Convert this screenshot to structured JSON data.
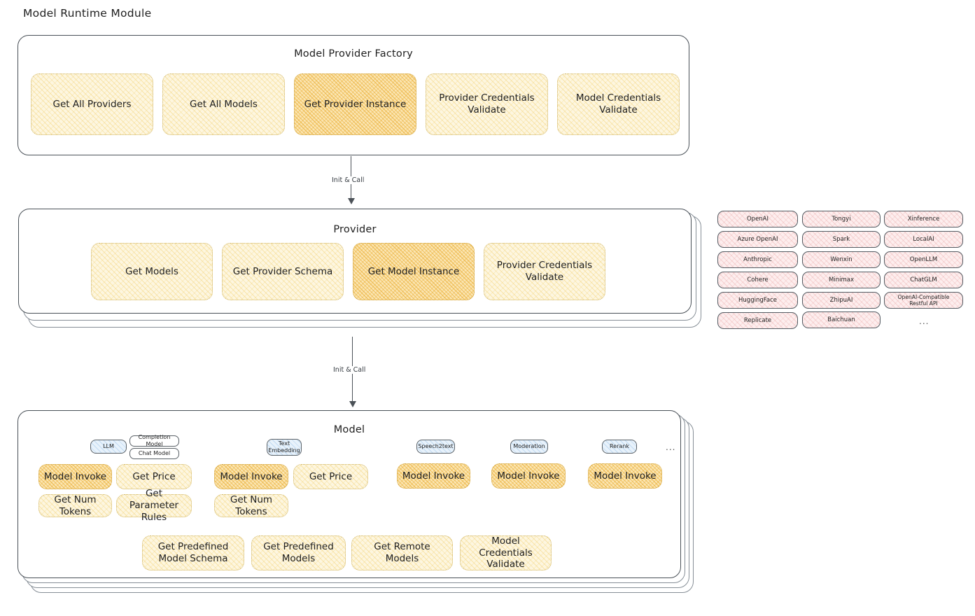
{
  "title": "Model Runtime Module",
  "sections": {
    "factory": {
      "title": "Model Provider Factory",
      "nodes": [
        {
          "label": "Get All Providers",
          "style": "yellow"
        },
        {
          "label": "Get All Models",
          "style": "yellow"
        },
        {
          "label": "Get Provider Instance",
          "style": "amber"
        },
        {
          "label": "Provider Credentials Validate",
          "style": "yellow"
        },
        {
          "label": "Model Credentials Validate",
          "style": "yellow"
        }
      ]
    },
    "provider": {
      "title": "Provider",
      "nodes": [
        {
          "label": "Get Models",
          "style": "yellow"
        },
        {
          "label": "Get Provider Schema",
          "style": "yellow"
        },
        {
          "label": "Get Model Instance",
          "style": "amber"
        },
        {
          "label": "Provider Credentials Validate",
          "style": "yellow"
        }
      ]
    },
    "model": {
      "title": "Model",
      "ellipsis": "...",
      "types": [
        {
          "badge": "LLM",
          "badge_style": "blue",
          "sub_badges": [
            "Completion Model",
            "Chat Model"
          ],
          "ops": [
            {
              "label": "Model Invoke",
              "style": "amber"
            },
            {
              "label": "Get Price",
              "style": "yellow"
            },
            {
              "label": "Get Num Tokens",
              "style": "yellow"
            },
            {
              "label": "Get Parameter Rules",
              "style": "yellow"
            }
          ]
        },
        {
          "badge": "Text Embedding",
          "badge_style": "blue",
          "sub_badges": [],
          "ops": [
            {
              "label": "Model Invoke",
              "style": "amber"
            },
            {
              "label": "Get Price",
              "style": "yellow"
            },
            {
              "label": "Get Num Tokens",
              "style": "yellow"
            }
          ]
        },
        {
          "badge": "Speech2text",
          "badge_style": "blue",
          "sub_badges": [],
          "ops": [
            {
              "label": "Model Invoke",
              "style": "amber"
            }
          ]
        },
        {
          "badge": "Moderation",
          "badge_style": "blue",
          "sub_badges": [],
          "ops": [
            {
              "label": "Model Invoke",
              "style": "amber"
            }
          ]
        },
        {
          "badge": "Rerank",
          "badge_style": "blue",
          "sub_badges": [],
          "ops": [
            {
              "label": "Model Invoke",
              "style": "amber"
            }
          ]
        }
      ],
      "common_ops": [
        {
          "label": "Get Predefined Model Schema",
          "style": "yellow"
        },
        {
          "label": "Get Predefined Models",
          "style": "yellow"
        },
        {
          "label": "Get Remote Models",
          "style": "yellow"
        },
        {
          "label": "Model Credentials Validate",
          "style": "yellow"
        }
      ]
    }
  },
  "arrows": [
    {
      "label": "Init & Call"
    },
    {
      "label": "Init & Call"
    }
  ],
  "provider_list": {
    "ellipsis": "...",
    "columns": [
      [
        "OpenAI",
        "Azure OpenAI",
        "Anthropic",
        "Cohere",
        "HuggingFace",
        "Replicate"
      ],
      [
        "Tongyi",
        "Spark",
        "Wenxin",
        "Minimax",
        "ZhipuAI",
        "Baichuan"
      ],
      [
        "Xinference",
        "LocalAI",
        "OpenLLM",
        "ChatGLM",
        "OpenAI-Compatible Restful API"
      ]
    ]
  },
  "colors": {
    "accent_yellow": "#fdf6e0",
    "accent_amber": "#fbe6b4",
    "accent_blue": "#e8f2fb",
    "accent_pink": "#fdeeee",
    "stroke": "#343a40"
  }
}
